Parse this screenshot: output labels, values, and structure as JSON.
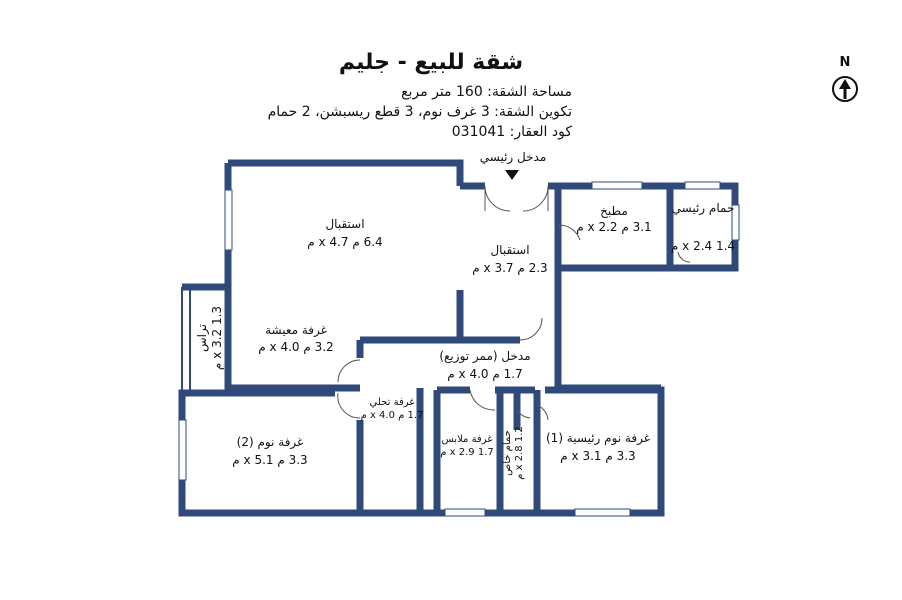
{
  "header": {
    "title": "شقة للبيع - جليم",
    "area": "مساحة الشقة: 160 متر مربع",
    "composition": "تكوين الشقة: 3 غرف نوم، 3 قطع ريسبشن، 2 حمام",
    "code": "كود العقار: 031041"
  },
  "compass": {
    "letter": "N"
  },
  "entrance": {
    "label": "مدخل رئيسي"
  },
  "rooms": [
    {
      "name": "استقبال",
      "dims": "6.4 م x 4.7 م"
    },
    {
      "name": "استقبال",
      "dims": "2.3 م x 3.7 م"
    },
    {
      "name": "مطبخ",
      "dims": "3.1 م x 2.2 م"
    },
    {
      "name": "حمام رئيسي",
      "dims": "1.4 x 2.4 م"
    },
    {
      "name": "غرفة معيشة",
      "dims": "3.2 م x 4.0 م"
    },
    {
      "name": "تراس",
      "dims": "1.3 x 3.2 م"
    },
    {
      "name": "مدخل (ممر توزيع)",
      "dims": "1.7 م x 4.0 م"
    },
    {
      "name": "غرفة تحلي",
      "dims": "1.7 م x 4.0 م"
    },
    {
      "name": "غرفة ملابس",
      "dims": "1.7 x 2.9 م"
    },
    {
      "name": "حمام خاص",
      "dims": "1.2 x 2.8 م"
    },
    {
      "name": "غرفة نوم رئيسية (1)",
      "dims": "3.3 م x 3.1 م"
    },
    {
      "name": "غرفة نوم (2)",
      "dims": "3.3 م x 5.1 م"
    }
  ],
  "colors": {
    "wall": "#2f4a7a",
    "wall_dark": "#1f3560",
    "window": "#ffffff",
    "door": "#555555"
  }
}
